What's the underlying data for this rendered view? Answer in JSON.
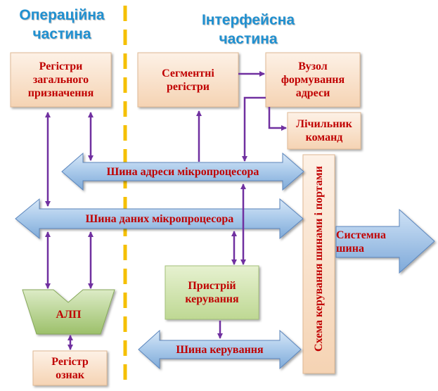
{
  "headers": {
    "operational": [
      "Операційна",
      "частина"
    ],
    "interface": [
      "Інтерфейсна",
      "частина"
    ]
  },
  "blocks": {
    "general_registers": [
      "Регістри",
      "загального",
      "призначення"
    ],
    "segment_registers": [
      "Сегментні",
      "регістри"
    ],
    "address_unit": [
      "Вузол",
      "формування",
      "адреси"
    ],
    "instruction_counter": [
      "Лічильник",
      "команд"
    ],
    "control_device": [
      "Пристрій",
      "керування"
    ],
    "alu": "АЛП",
    "flags_register": [
      "Регістр",
      "ознак"
    ]
  },
  "buses": {
    "address": "Шина адреси мікропроцесора",
    "data": "Шина даних мікропроцесора",
    "control": "Шина керування",
    "system": [
      "Системна",
      "шина"
    ]
  },
  "bus_control_scheme": "Схема керування шинами і портами",
  "colors": {
    "header_text": "#2090d0",
    "label_text": "#c00000",
    "connector": "#7030a0",
    "divider": "#f5c000",
    "block_fill": "#fbe5d2",
    "block_green": "#d6e8b4",
    "bus_fill": "#9dc3e6"
  }
}
